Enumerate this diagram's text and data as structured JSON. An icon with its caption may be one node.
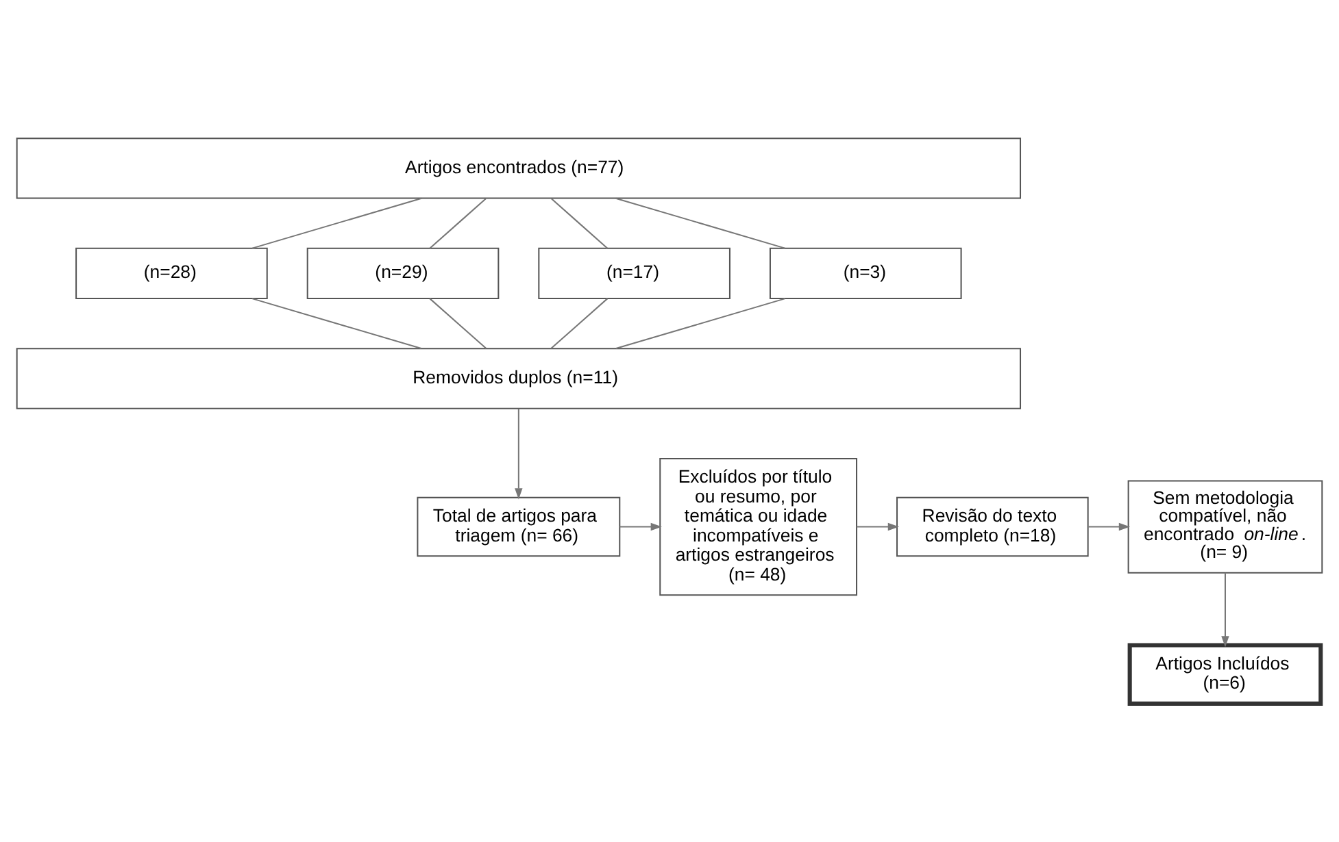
{
  "diagram": {
    "nodes": [
      {
        "text": [
          "Artigos encontrados (n=77)"
        ]
      },
      {
        "text": [
          "(n=28)"
        ]
      },
      {
        "text": [
          "(n=29)"
        ]
      },
      {
        "text": [
          "(n=17)"
        ]
      },
      {
        "text": [
          "(n=3)"
        ]
      },
      {
        "text": [
          "Removidos duplos (n=11)"
        ]
      },
      {
        "text": [
          "Total de artigos para triagem (n= 66)"
        ]
      },
      {
        "text": [
          "Excluídos por título ou resumo, por temática ou idade incompatíveis e artigos estrangeiros (n= 48)"
        ]
      },
      {
        "text": [
          "Revisão do texto completo (n=18)"
        ]
      },
      {
        "text": [
          "Sem metodologia compatível, não encontrado *on-line*. (n= 9)"
        ]
      },
      {
        "text": [
          "Artigos Incluídos (n=6)"
        ]
      }
    ],
    "edges": [
      {
        "from": 0,
        "to": 1,
        "arrow": "none"
      },
      {
        "from": 0,
        "to": 2,
        "arrow": "none"
      },
      {
        "from": 0,
        "to": 3,
        "arrow": "none"
      },
      {
        "from": 0,
        "to": 4,
        "arrow": "none"
      },
      {
        "from": 1,
        "to": 5,
        "arrow": "none"
      },
      {
        "from": 2,
        "to": 5,
        "arrow": "none"
      },
      {
        "from": 3,
        "to": 5,
        "arrow": "none"
      },
      {
        "from": 4,
        "to": 5,
        "arrow": "none"
      },
      {
        "from": 5,
        "to": 6,
        "arrow": "to"
      },
      {
        "from": 6,
        "to": 7,
        "arrow": "to"
      },
      {
        "from": 7,
        "to": 8,
        "arrow": "to"
      },
      {
        "from": 8,
        "to": 9,
        "arrow": "to"
      },
      {
        "from": 9,
        "to": 10,
        "arrow": "to"
      }
    ]
  }
}
